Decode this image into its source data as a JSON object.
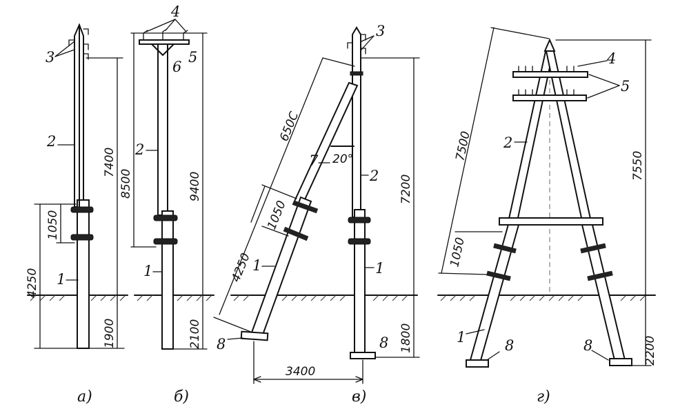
{
  "figures": {
    "a": {
      "caption": "а)",
      "dims": {
        "above": "7400",
        "below": "1900",
        "band": "1050",
        "total": "4250"
      },
      "labels": {
        "spike": "3",
        "pole": "2",
        "stub": "1"
      }
    },
    "b": {
      "caption": "б)",
      "dims": {
        "top": "8500",
        "total": "9400",
        "below": "2100"
      },
      "labels": {
        "insulator": "4",
        "crossarm": "5",
        "bracket": "6",
        "pole": "2",
        "stub": "1"
      }
    },
    "v": {
      "caption": "в)",
      "dims": {
        "strut": "650С",
        "band": "1050",
        "stub": "4250",
        "height": "7200",
        "below": "1800",
        "base": "3400",
        "angle": "20°"
      },
      "labels": {
        "spike": "3",
        "strut": "7",
        "pole": "2",
        "stub_left": "1",
        "stub_right": "1",
        "plate": "8",
        "plate_right": "8"
      }
    },
    "g": {
      "caption": "г)",
      "dims": {
        "leg": "7500",
        "height": "7550",
        "band": "1050",
        "below": "2200"
      },
      "labels": {
        "insulator": "4",
        "crossarm": "5",
        "leg": "2",
        "stub": "1",
        "plate_left": "8",
        "plate_right": "8"
      }
    }
  }
}
